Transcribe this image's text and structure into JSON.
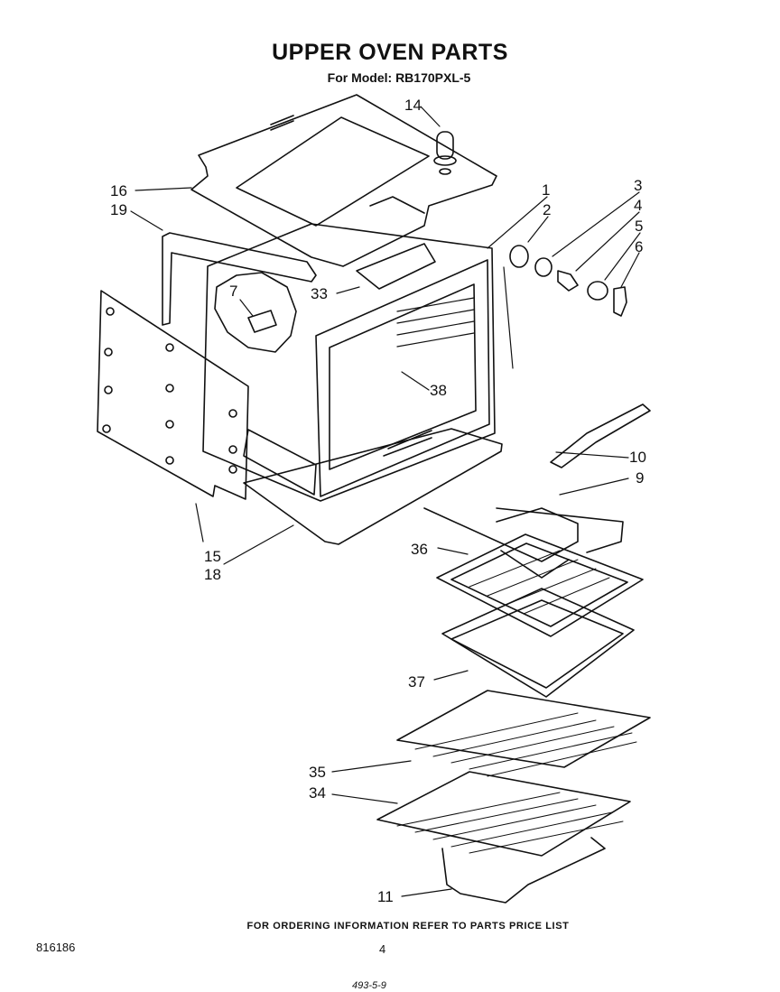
{
  "title": "UPPER OVEN PARTS",
  "subtitle": "For Model: RB170PXL-5",
  "footer_note": "FOR ORDERING INFORMATION REFER TO PARTS PRICE LIST",
  "doc_number": "816186",
  "page_number": "4",
  "stamp": "493-5-9",
  "callouts": {
    "c1": "1",
    "c2": "2",
    "c3": "3",
    "c4": "4",
    "c5": "5",
    "c6": "6",
    "c7": "7",
    "c9": "9",
    "c10": "10",
    "c11": "11",
    "c14": "14",
    "c15": "15",
    "c16": "16",
    "c18": "18",
    "c19": "19",
    "c33": "33",
    "c34": "34",
    "c35": "35",
    "c36": "36",
    "c37": "37",
    "c38": "38"
  }
}
